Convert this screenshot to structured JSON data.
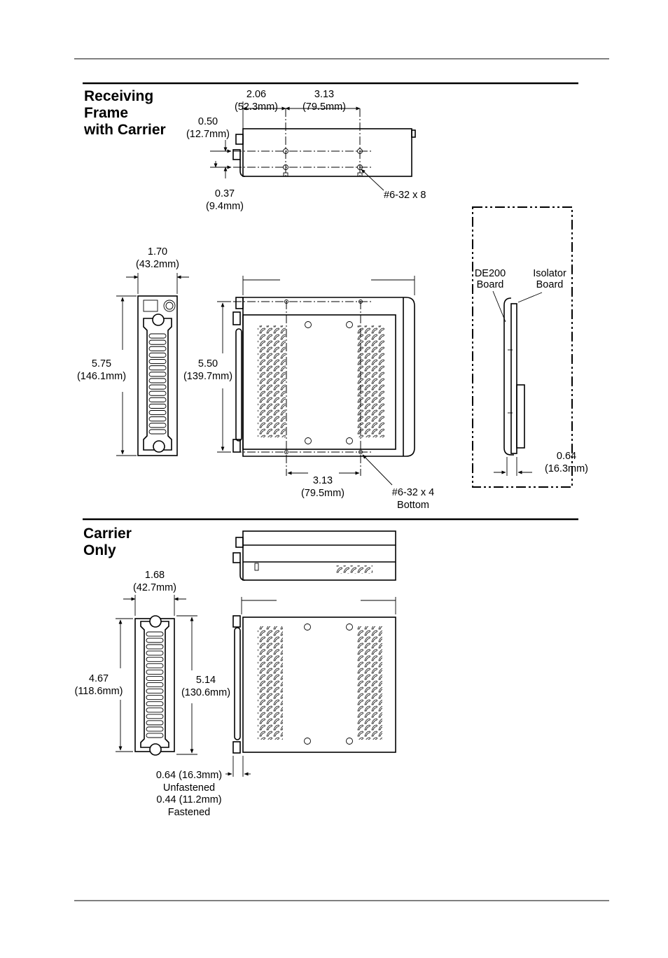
{
  "sections": {
    "receiving": {
      "title": [
        "Receiving",
        "Frame",
        "with Carrier"
      ]
    },
    "carrier": {
      "title": [
        "Carrier",
        "Only"
      ]
    }
  },
  "receiving_side": {
    "dim_206": "2.06",
    "dim_206_mm": "(52.3mm)",
    "dim_313": "3.13",
    "dim_313_mm": "(79.5mm)",
    "dim_050": "0.50",
    "dim_050_mm": "(12.7mm)",
    "dim_037": "0.37",
    "dim_037_mm": "(9.4mm)",
    "screw": "#6-32 x 8"
  },
  "receiving_front": {
    "width": "1.70",
    "width_mm": "(43.2mm)",
    "height": "5.75",
    "height_mm": "(146.1mm)"
  },
  "receiving_top": {
    "height": "5.50",
    "height_mm": "(139.7mm)",
    "spacing": "3.13",
    "spacing_mm": "(79.5mm)",
    "screw": "#6-32 x 4",
    "screw_note": "Bottom"
  },
  "boards": {
    "de200": [
      "DE200",
      "Board"
    ],
    "isolator": [
      "Isolator",
      "Board"
    ],
    "dim": "0.64",
    "dim_mm": "(16.3mm)"
  },
  "carrier_front": {
    "width": "1.68",
    "width_mm": "(42.7mm)",
    "height": "4.67",
    "height_mm": "(118.6mm)",
    "height2": "5.14",
    "height2_mm": "(130.6mm)",
    "note": [
      "0.64 (16.3mm)",
      "Unfastened",
      "0.44 (11.2mm)",
      "Fastened"
    ]
  }
}
